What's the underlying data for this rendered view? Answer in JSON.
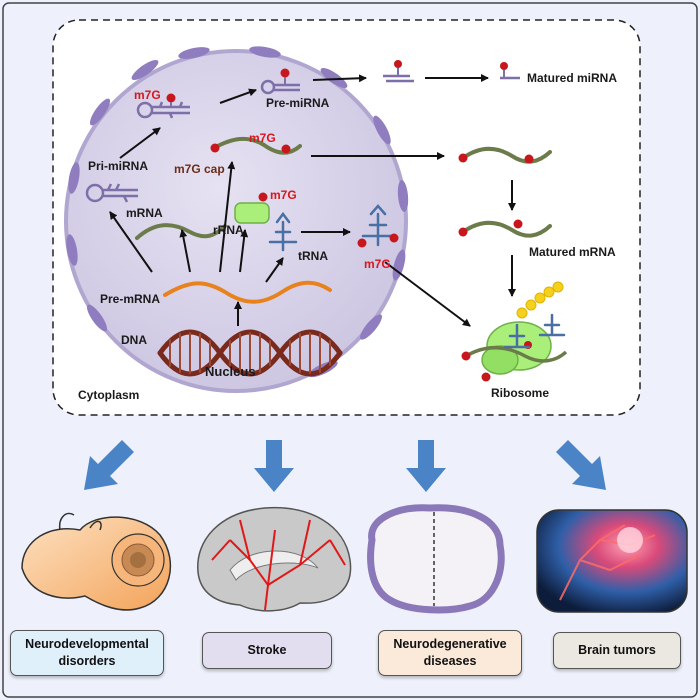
{
  "diagram": {
    "labels": {
      "pri_mirna": "Pri-miRNA",
      "pre_mirna": "Pre-miRNA",
      "matured_mirna": "Matured miRNA",
      "m7g_cap": "m7G cap",
      "mrna": "mRNA",
      "rrna": "rRNA",
      "trna": "tRNA",
      "pre_mrna": "Pre-mRNA",
      "dna": "DNA",
      "nucleus": "Nucleus",
      "cytoplasm": "Cytoplasm",
      "matured_mrna": "Matured mRNA",
      "ribosome": "Ribosome",
      "m7g": "m7G"
    },
    "diseases": [
      {
        "label": "Neurodevelopmental\ndisorders",
        "color": "#dff0fb"
      },
      {
        "label": "Stroke",
        "color": "#e3ddf0"
      },
      {
        "label": "Neurodegenerative\ndiseases",
        "color": "#fbe9da"
      },
      {
        "label": "Brain tumors",
        "color": "#ebe8e1"
      }
    ],
    "colors": {
      "mark_red": "#c8161d",
      "nucleus_fill": "#d9d5ea",
      "membrane": "#8f7dbf",
      "mrna_green": "#6b7c4a",
      "pre_mrna_orange": "#e8821e",
      "dna_brown": "#7a2a1c",
      "ribosome_green": "#a9ef7a",
      "arrow_blue": "#4a84c6"
    }
  }
}
